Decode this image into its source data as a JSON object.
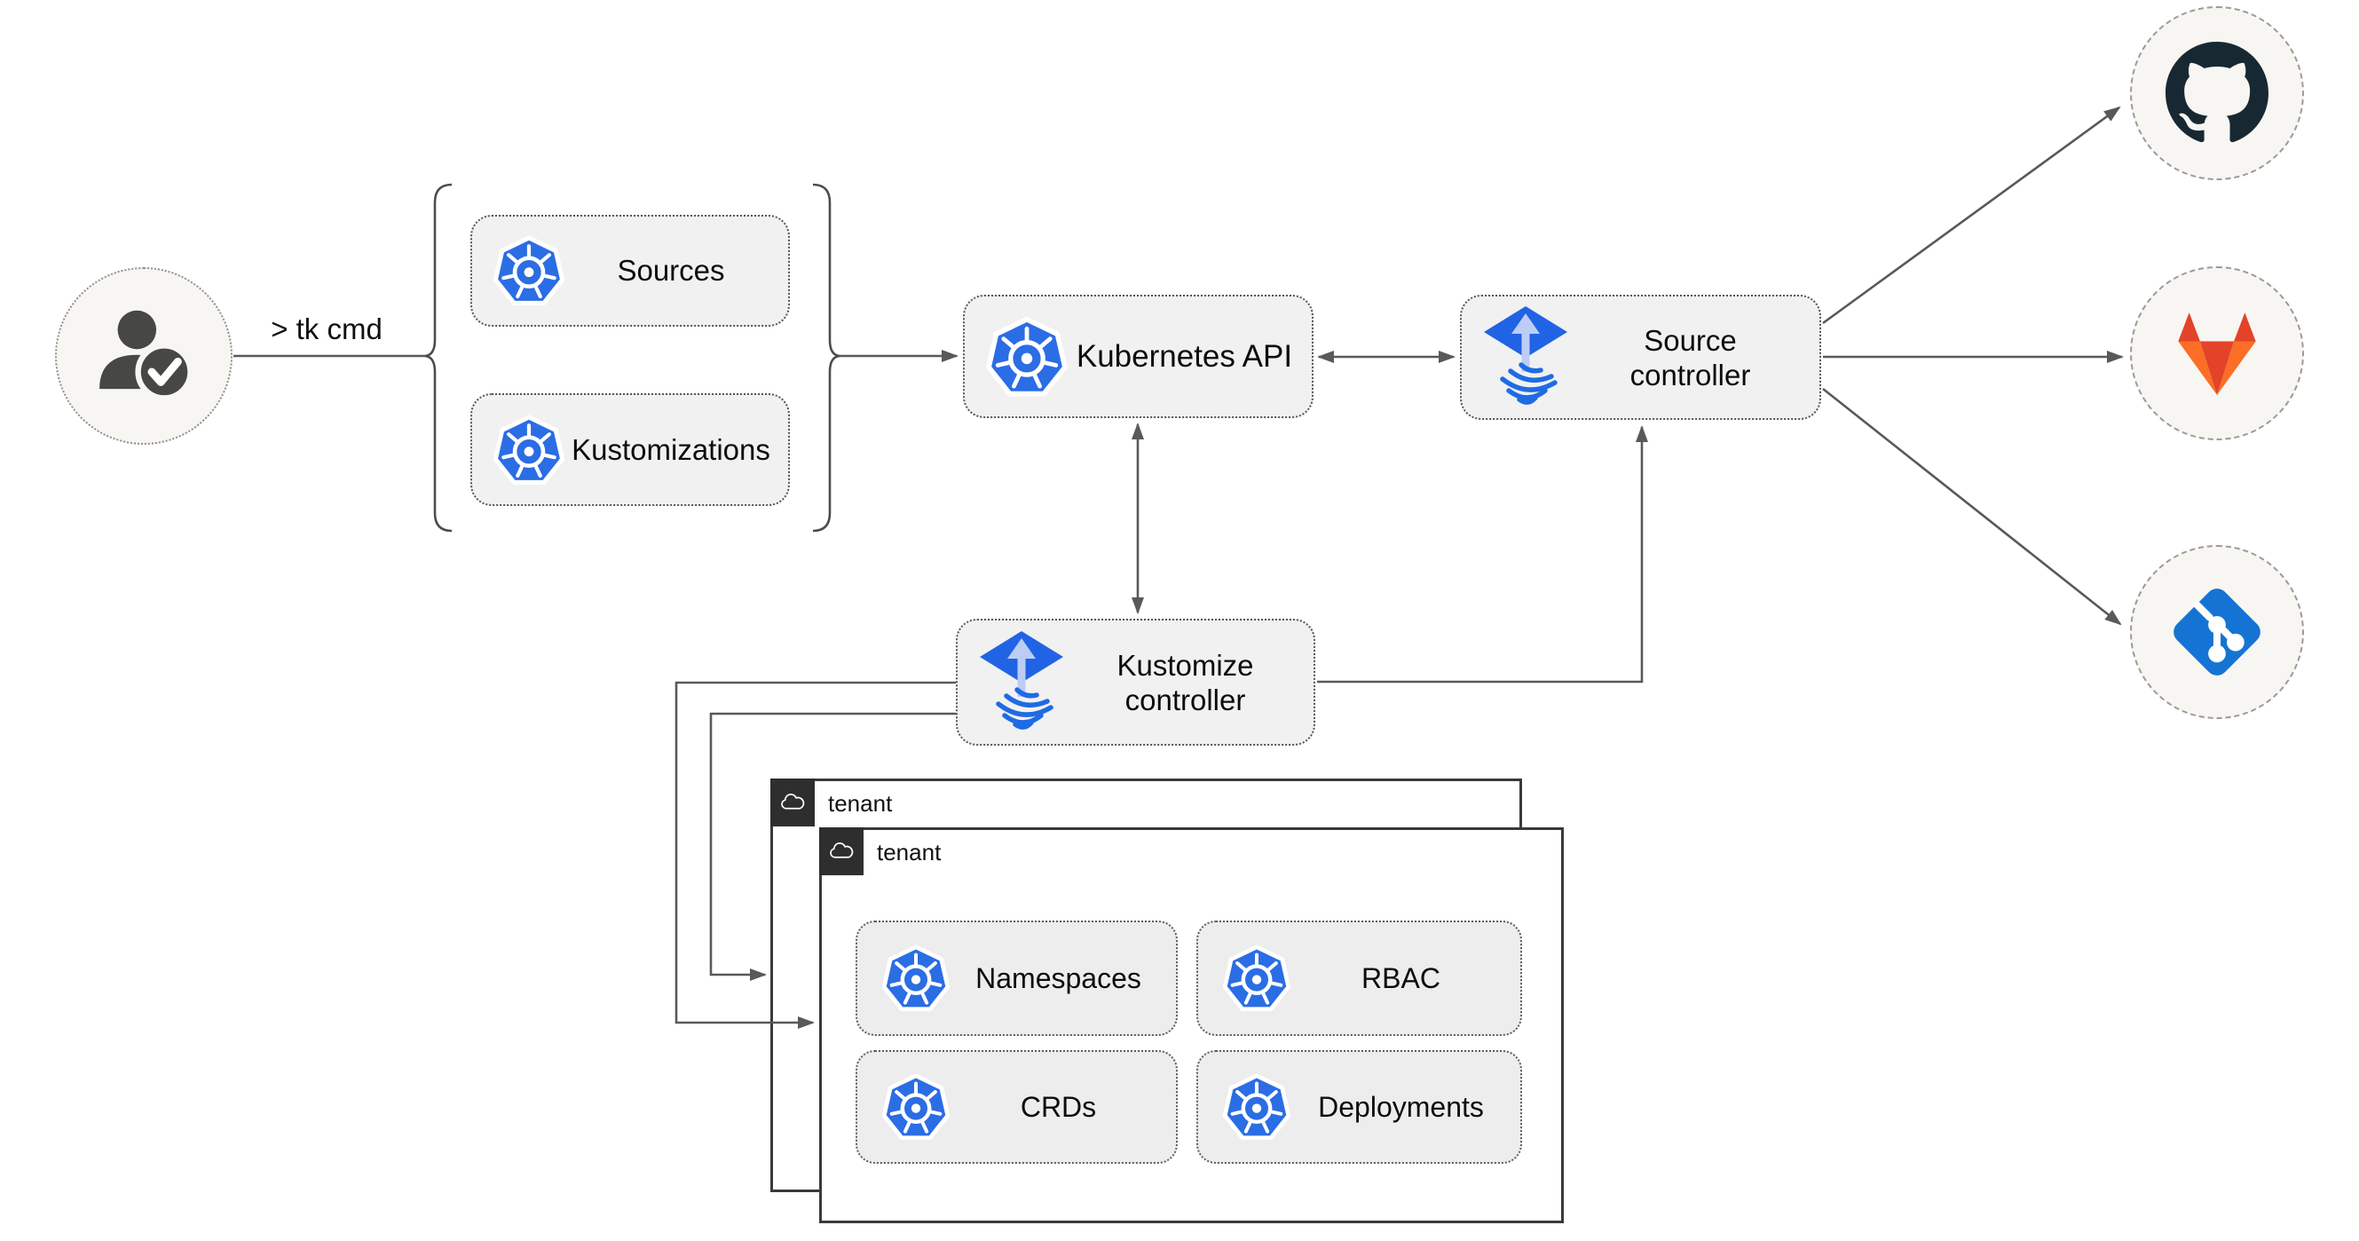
{
  "user": {
    "cmd_label": "> tk cmd"
  },
  "group": {
    "sources": {
      "label": "Sources"
    },
    "kustomizations": {
      "label": "Kustomizations"
    }
  },
  "kubernetes_api": {
    "label": "Kubernetes API"
  },
  "source_controller": {
    "line1": "Source",
    "line2": "controller"
  },
  "kustomize_controller": {
    "line1": "Kustomize",
    "line2": "controller"
  },
  "tenants": {
    "back": {
      "label": "tenant"
    },
    "front": {
      "label": "tenant"
    },
    "resources": {
      "namespaces": {
        "label": "Namespaces"
      },
      "rbac": {
        "label": "RBAC"
      },
      "crds": {
        "label": "CRDs"
      },
      "deployments": {
        "label": "Deployments"
      }
    }
  },
  "icons": {
    "user": "user-check-icon",
    "kubernetes": "kubernetes-wheel-icon",
    "flux": "flux-controller-icon",
    "cloud": "cloud-icon",
    "github": "github-octocat-icon",
    "gitlab": "gitlab-tanuki-icon",
    "git": "git-branch-icon"
  },
  "colors": {
    "kubernetes_blue": "#2b6de4",
    "flux_blue": "#2163e5",
    "flux_arrow_light": "#bccdf5",
    "github_dark": "#182832",
    "gitlab_red": "#e24329",
    "gitlab_orange": "#fc6d26",
    "git_blue": "#1574d3",
    "wire_gray": "#595959",
    "node_fill": "#f1f1f1",
    "tenant_tag_dark": "#2e2e2e",
    "circle_fill": "#f8f6f2"
  }
}
